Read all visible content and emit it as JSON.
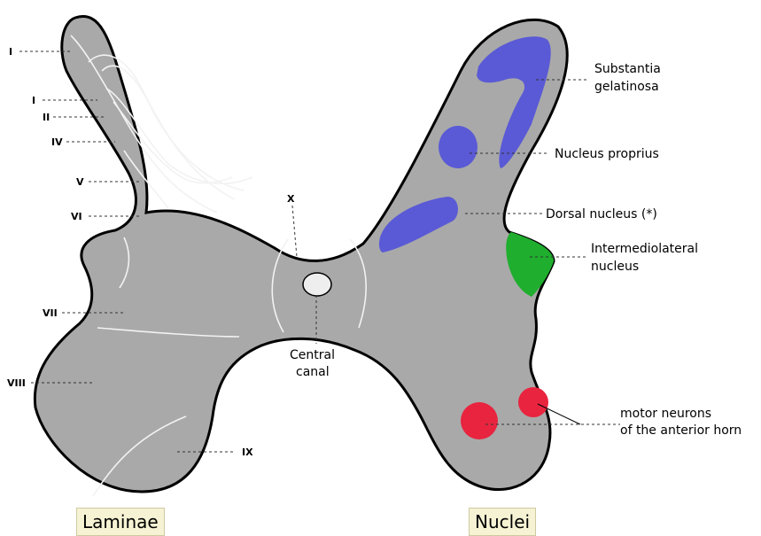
{
  "laminae": {
    "I_top": "I",
    "I_second": "I",
    "II": "II",
    "IV": "IV",
    "V": "V",
    "VI": "VI",
    "VII": "VII",
    "VIII": "VIII",
    "IX": "IX",
    "X": "X"
  },
  "central_canal": {
    "line1": "Central",
    "line2": "canal"
  },
  "nuclei": {
    "substantia_gelatinosa_line1": "Substantia",
    "substantia_gelatinosa_line2": "gelatinosa",
    "nucleus_proprius": "Nucleus proprius",
    "dorsal_nucleus": "Dorsal nucleus (*)",
    "intermediolateral_line1": "Intermediolateral",
    "intermediolateral_line2": "nucleus",
    "motor_neurons_line1": "motor neurons",
    "motor_neurons_line2": "of the anterior horn"
  },
  "captions": {
    "laminae": "Laminae",
    "nuclei": "Nuclei"
  },
  "colors": {
    "grey_matter": "#a9a9a9",
    "outline": "#000000",
    "substantia_gelatinosa": "#5a5ad6",
    "nucleus_proprius": "#5a5ad6",
    "dorsal_nucleus": "#5a5ad6",
    "intermediolateral": "#1fae2e",
    "motor_neurons": "#e8243f",
    "central_canal": "#eeeeee",
    "caption_background": "#f6f3d4"
  }
}
